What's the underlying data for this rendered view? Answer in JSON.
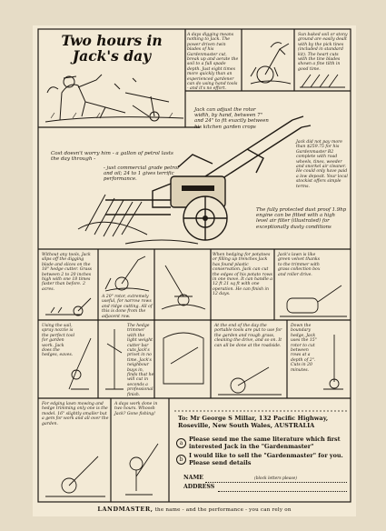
{
  "title": "Two hours in Jack's day",
  "captions": {
    "dig": "A days digging means nothing to Jack. The power driven twin blades of his Gardenmaster cut, break up and aerate the soil to a full spade depth. Just eight times more quickly than an experienced gardener can do using hand tools - and it's no effort.",
    "sun": "Sun baked soil or stony ground are easily dealt with by the pick tines (included in standard kit). The heart cuts with the tine blades shown a fine tilth in good time.",
    "adjust": "Jack can adjust the rotor width, by hand, between 7\" and 24\" to fit exactly between his kitchen garden crops",
    "cost": "Cost doesn't worry him - a gallon of petrol lasts the day through -",
    "fuel": "- just commercial grade petrol and oil; 24 to 1 gives terrific performance.",
    "price": "Jack did not pay more than $259.75 for his Gardenmaster B2 complete with road wheels, tines, weeder and snorkel air cleaner. He could only have paid a low deposit. Your local stockist offers simple terms.",
    "filter": "The fully protected dust proof 1.9hp engine can be fitted with a high level air filter (illustrated) for exceptionally dusty conditions",
    "weed_cut": "Without any tools, Jack slips off the digging blade and slices on the 18\" hedge cutter. Grass between 2 to 20 inches high with one 18 times faster than before. 2 acres.",
    "hedge_trim": "When hedging for potatoes or filling up trenches Jack has found plastic conservation. Jack can cut the edges of his potato rows in one move. It can handle a 12 ft 21 sq ft with one operation. He can finish in 12 days.",
    "mower": "Jack's lawn is like green velvet thanks to the trimmer with grass collection box and roller drive.",
    "spray": "Using the sail, spray nozzle is the perfect tool for garden work. Jack does the hedges, eaves.",
    "tiller": "A 20\" rotor, extremely useful, for narrow rows and ridge cutting. All of this is done from the adjacent row.",
    "hedge_cut": "The hedge trimmer with the light weight cutter bar cuts Jack's privet in no time. Jack's neighbour buys in, finds that he will cut in seconds a professional finish.",
    "cultivate": "At the end of the day the portable tools are put to use for the garden and rough grass, cleaning the drive, and so on. It can all be done at the roadside.",
    "cleaner": "Down the boundary hedge, Jack uses the 15\" rotor to cut between rows at a depth of 2\". Cuts in 20 minutes.",
    "edging": "For edging lawn mowing and hedge trimming only one is the model. 16\" slightly smaller but a gem for work and all over the garden.",
    "week": "A days work done in two hours. Whoosh Jack? Gone fishing!",
    "coupon": {
      "to": "To: Mr George S Millar, 132 Pacific Highway, Roseville, New South Wales, AUSTRALIA",
      "opt_a_letter": "a",
      "opt_a": "Please send me the same literature which first interested Jack in the \"Gardenmaster\"",
      "opt_b_letter": "b",
      "opt_b": "I would like to sell the \"Gardenmaster\" for you. Please send details",
      "name_label": "NAME",
      "name_note": "(block letters please)",
      "address_label": "ADDRESS"
    },
    "footer_brand": "LANDMASTER,",
    "footer_tag": " the name - and the performance - you can rely on"
  }
}
